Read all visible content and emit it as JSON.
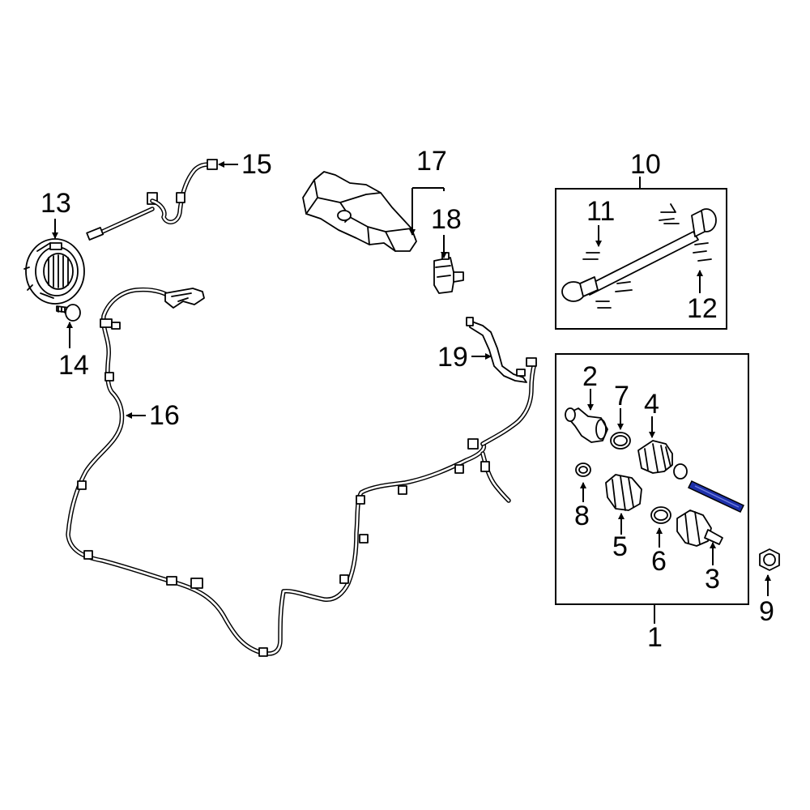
{
  "callouts": {
    "c1": "1",
    "c2": "2",
    "c3": "3",
    "c4": "4",
    "c5": "5",
    "c6": "6",
    "c7": "7",
    "c8": "8",
    "c9": "9",
    "c10": "10",
    "c11": "11",
    "c12": "12",
    "c13": "13",
    "c14": "14",
    "c15": "15",
    "c16": "16",
    "c17": "17",
    "c18": "18",
    "c19": "19"
  },
  "colors": {
    "line": "#000000",
    "background": "#ffffff",
    "highlight": "#1c2fa8"
  },
  "highlighted_part": "3"
}
